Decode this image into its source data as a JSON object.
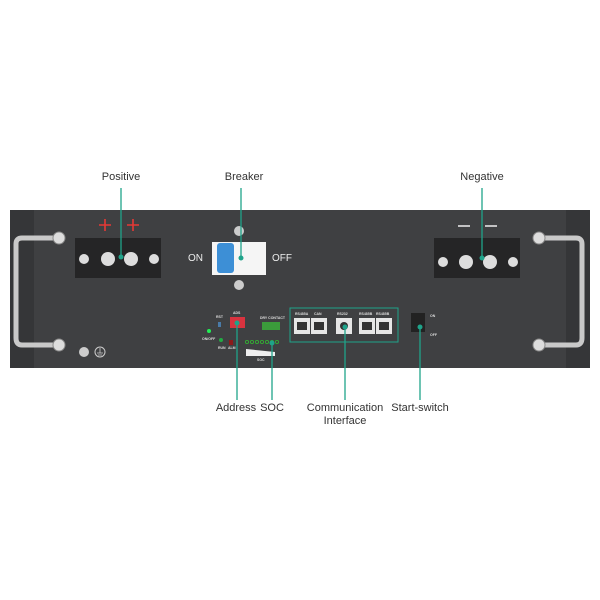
{
  "callouts": {
    "positive": "Positive",
    "breaker": "Breaker",
    "negative": "Negative",
    "address": "Address",
    "soc": "SOC",
    "communication_line1": "Communication",
    "communication_line2": "Interface",
    "start_switch": "Start-switch"
  },
  "panel": {
    "breaker_on": "ON",
    "breaker_off": "OFF",
    "rst": "RST",
    "ads": "ADS",
    "on_off": "ON/OFF",
    "run": "RUN",
    "alm": "ALM",
    "dry_contact": "DRY CONTACT",
    "soc_small": "SOC",
    "ports": [
      "RS485A",
      "CAN",
      "RS232",
      "RS485B",
      "RS485B"
    ],
    "switch_on": "ON",
    "switch_off": "OFF",
    "positive_symbol": "+ +",
    "negative_symbol": "— —"
  },
  "colors": {
    "leader": "#1fa38a",
    "body": "#3f4042",
    "polarity": "#e53935",
    "dip_switch": "#d9333f",
    "breaker_handle": "#3d8fd6"
  }
}
